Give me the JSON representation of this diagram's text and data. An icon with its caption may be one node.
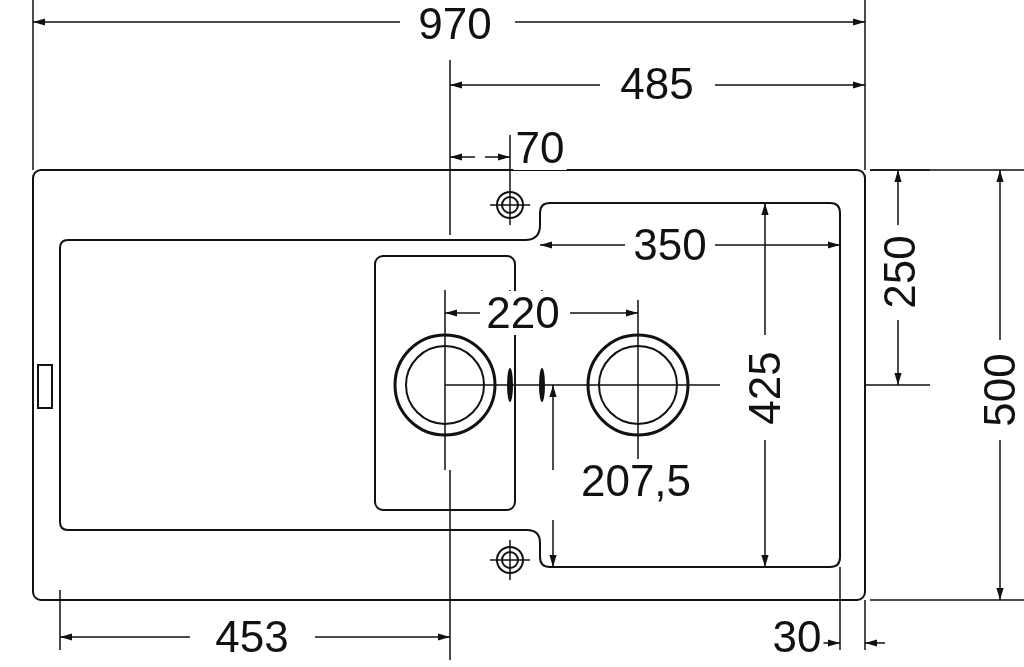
{
  "diagram": {
    "labels": [
      "970",
      "485",
      "70",
      "350",
      "250",
      "220",
      "500",
      "425",
      "207,5",
      "453",
      "30"
    ]
  }
}
